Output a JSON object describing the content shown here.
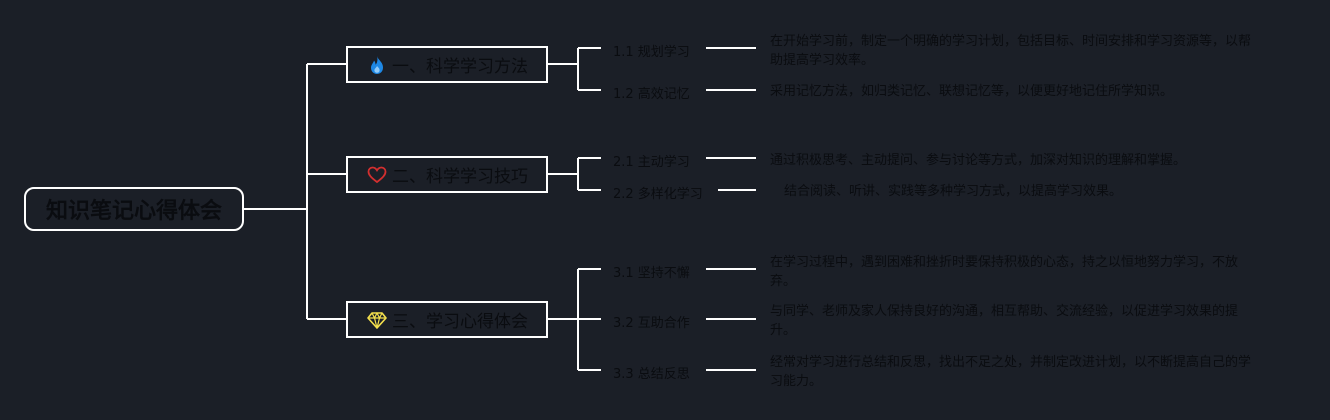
{
  "root": {
    "title": "知识笔记心得体会"
  },
  "sections": [
    {
      "title": "一、科学学习方法",
      "icon": "fire-icon",
      "icon_color": "#1e88e5",
      "items": [
        {
          "label": "1.1 规划学习",
          "desc": "在开始学习前，制定一个明确的学习计划，包括目标、时间安排和学习资源等，以帮助提高学习效率。"
        },
        {
          "label": "1.2 高效记忆",
          "desc": "采用记忆方法，如归类记忆、联想记忆等，以便更好地记住所学知识。"
        }
      ]
    },
    {
      "title": "二、科学学习技巧",
      "icon": "heart-icon",
      "icon_color": "#d32f2f",
      "items": [
        {
          "label": "2.1 主动学习",
          "desc": "通过积极思考、主动提问、参与讨论等方式，加深对知识的理解和掌握。"
        },
        {
          "label": "2.2 多样化学习",
          "desc": "结合阅读、听讲、实践等多种学习方式，以提高学习效果。"
        }
      ]
    },
    {
      "title": "三、学习心得体会",
      "icon": "diamond-icon",
      "icon_color": "#f4e04d",
      "items": [
        {
          "label": "3.1 坚持不懈",
          "desc": "在学习过程中，遇到困难和挫折时要保持积极的心态，持之以恒地努力学习，不放弃。"
        },
        {
          "label": "3.2 互助合作",
          "desc": "与同学、老师及家人保持良好的沟通，相互帮助、交流经验，以促进学习效果的提升。"
        },
        {
          "label": "3.3 总结反思",
          "desc": "经常对学习进行总结和反思，找出不足之处，并制定改进计划，以不断提高自己的学习能力。"
        }
      ]
    }
  ]
}
